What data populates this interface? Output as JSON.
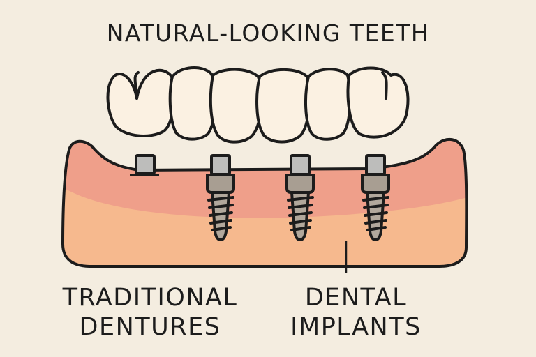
{
  "title": "NATURAL-LOOKING TEETH",
  "labels": {
    "traditional": [
      "TRADITIONAL",
      "DENTURES"
    ],
    "implants": [
      "DENTAL",
      "IMPLANTS"
    ]
  },
  "colors": {
    "background": "#f4ede0",
    "tooth_fill": "#fbf1e2",
    "gum_upper": "#ef9f8a",
    "gum_lower": "#f6b98e",
    "abutment": "#bdbdbb",
    "implant": "#a89e92",
    "outline": "#1c1c1c"
  },
  "elements": {
    "teeth_count": 6,
    "implant_count": 3,
    "denture_attachment_count": 1
  }
}
